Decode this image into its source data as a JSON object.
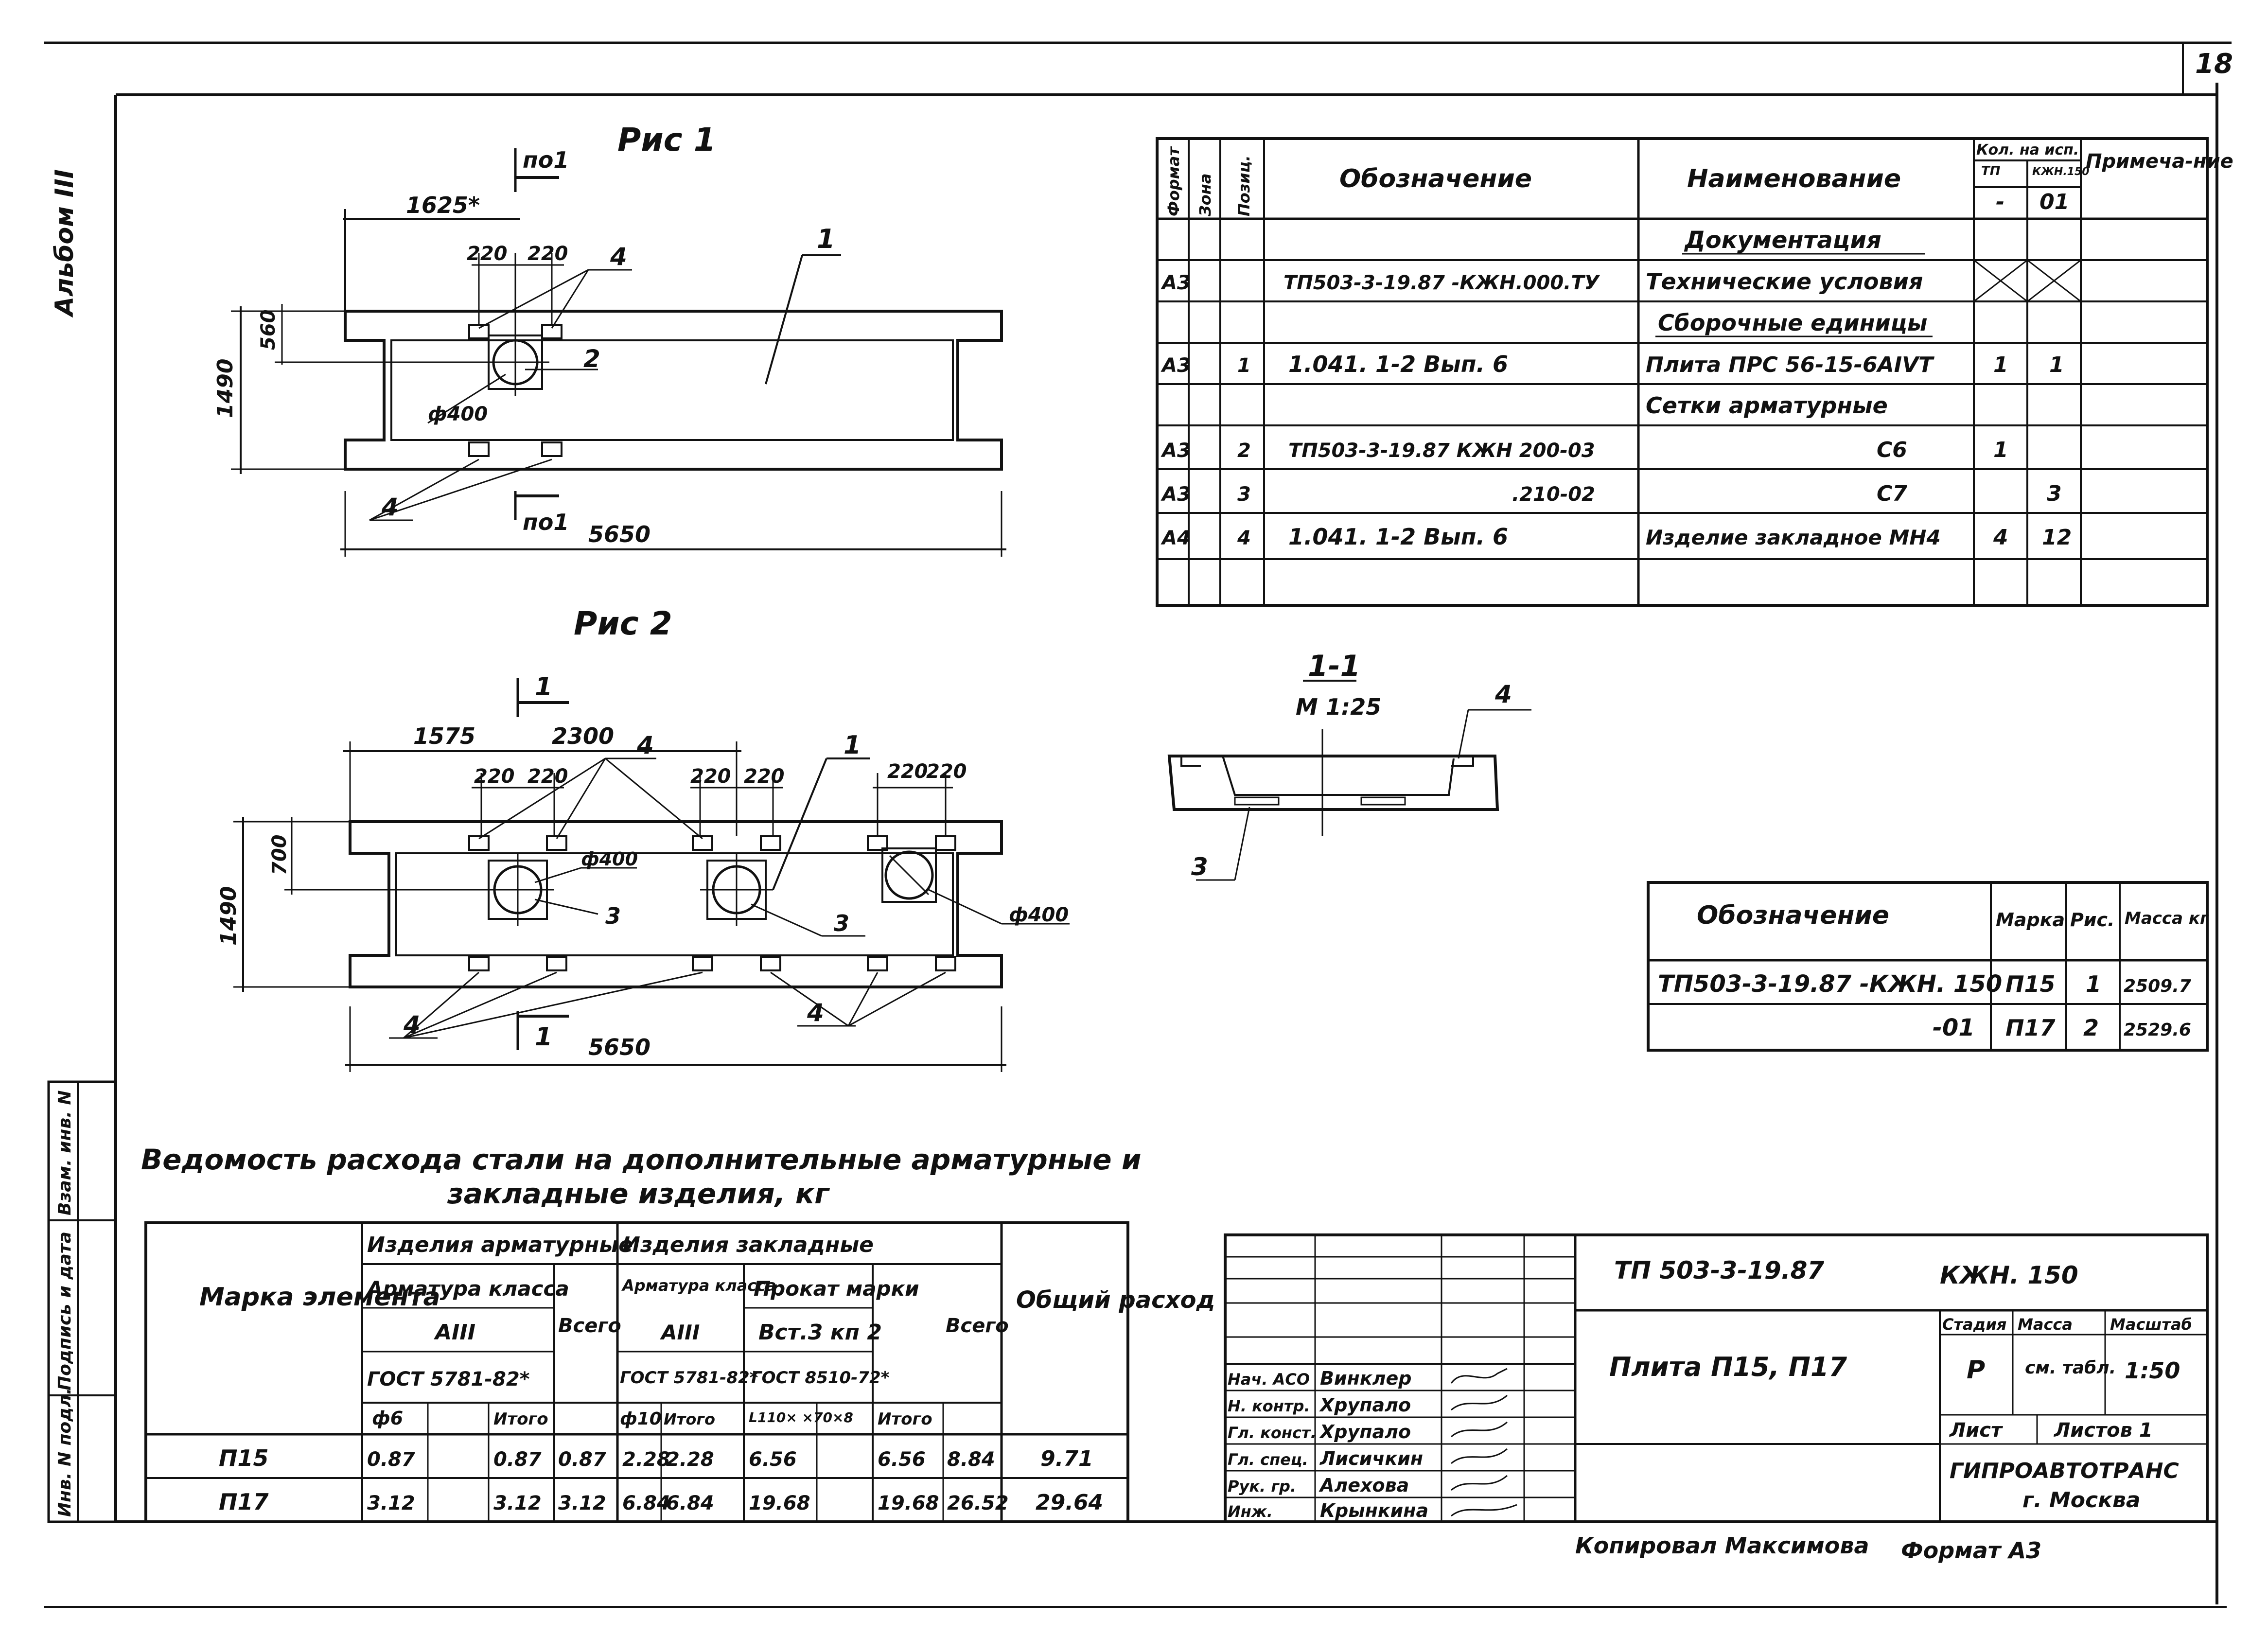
{
  "sheet": {
    "page_number": "18",
    "album": "Альбом III",
    "copied_by": "Копировал Максимова",
    "format": "Формат А3"
  },
  "fig1": {
    "title": "Рис 1",
    "cut_top": "по1",
    "cut_bottom": "по1",
    "dim_top": "1625*",
    "dim_a": "220",
    "dim_b": "220",
    "dim_side": "560",
    "dim_height": "1490",
    "dim_length": "5650",
    "hole": "ф400",
    "pos1": "1",
    "pos2": "2",
    "pos4a": "4",
    "pos4b": "4"
  },
  "fig2": {
    "title": "Рис 2",
    "cut_top": "1",
    "cut_bottom": "1",
    "dim_left": "1575",
    "dim_span": "2300",
    "dims_220": [
      "220",
      "220",
      "220",
      "220",
      "220",
      "220"
    ],
    "dim_side": "700",
    "dim_height": "1490",
    "dim_length": "5650",
    "hole_a": "ф400",
    "hole_b": "ф400",
    "pos1": "1",
    "pos3a": "3",
    "pos3b": "3",
    "pos4_top": "4",
    "pos4_bl": "4",
    "pos4_br": "4"
  },
  "section": {
    "title": "1-1",
    "scale": "М 1:25",
    "pos3": "3",
    "pos4": "4"
  },
  "spec": {
    "headers": {
      "format": "Формат",
      "zone": "Зона",
      "pos": "Позиц.",
      "designation": "Обозначение",
      "name": "Наименование",
      "qty": "Кол. на исп.",
      "qty_tp": "ТП",
      "qty_kzhn": "КЖН.150",
      "qty_v1": "-",
      "qty_v2": "01",
      "note": "Примеча-ние"
    },
    "rows": [
      {
        "format": "",
        "pos": "",
        "designation": "",
        "name": "Документация",
        "q1": "",
        "q2": "",
        "section": true
      },
      {
        "format": "А3",
        "pos": "",
        "designation": "ТП503-3-19.87 -КЖН.000.ТУ",
        "name": "Технические условия",
        "q1": "",
        "q2": "",
        "crossed": true
      },
      {
        "format": "",
        "pos": "",
        "designation": "",
        "name": "Сборочные единицы",
        "q1": "",
        "q2": "",
        "section": true
      },
      {
        "format": "А3",
        "pos": "1",
        "designation": "1.041. 1-2 Вып. 6",
        "name": "Плита ПРС 56-15-6АIVТ",
        "q1": "1",
        "q2": "1"
      },
      {
        "format": "",
        "pos": "",
        "designation": "",
        "name": "Сетки арматурные",
        "q1": "",
        "q2": ""
      },
      {
        "format": "А3",
        "pos": "2",
        "designation": "ТП503-3-19.87 КЖН 200-03",
        "name": "С6",
        "q1": "1",
        "q2": ""
      },
      {
        "format": "А3",
        "pos": "3",
        "designation": ".210-02",
        "name": "С7",
        "q1": "",
        "q2": "3"
      },
      {
        "format": "А4",
        "pos": "4",
        "designation": "1.041. 1-2 Вып. 6",
        "name": "Изделие закладное МН4",
        "q1": "4",
        "q2": "12"
      },
      {
        "format": "",
        "pos": "",
        "designation": "",
        "name": "",
        "q1": "",
        "q2": ""
      }
    ]
  },
  "marks": {
    "headers": {
      "designation": "Обозначение",
      "mark": "Марка",
      "fig": "Рис.",
      "mass": "Масса кг"
    },
    "rows": [
      {
        "designation": "ТП503-3-19.87 -КЖН. 150",
        "mark": "П15",
        "fig": "1",
        "mass": "2509.7"
      },
      {
        "designation": "-01",
        "mark": "П17",
        "fig": "2",
        "mass": "2529.6"
      }
    ]
  },
  "steel": {
    "title_line1": "Ведомость расхода стали на дополнительные арматурные и",
    "title_line2": "закладные изделия, кг",
    "headers": {
      "mark_element": "Марка элемента",
      "rebar_products": "Изделия арматурные",
      "rebar_class": "Арматура класса",
      "a3": "АIII",
      "gost1": "ГОСТ 5781-82*",
      "total": "Всего",
      "embedded_products": "Изделия закладные",
      "emb_rebar_class": "Арматура класса",
      "emb_a3": "АIII",
      "gost2": "ГОСТ 5781-82*",
      "rolled": "Прокат марки",
      "grade": "Вст.3 кп 2",
      "gost3": "ГОСТ 8510-72*",
      "emb_total": "Всего",
      "overall": "Общий расход",
      "d6": "ф6",
      "itogo1": "Итого",
      "d10": "ф10",
      "itogo2": "Итого",
      "angle": "L110× ×70×8",
      "itogo3": "Итого"
    },
    "rows": [
      {
        "mark": "П15",
        "d6": "0.87",
        "itogo1": "0.87",
        "total1": "0.87",
        "d10": "2.28",
        "itogo2": "2.28",
        "angle": "6.56",
        "itogo3": "6.56",
        "total2": "8.84",
        "overall": "9.71"
      },
      {
        "mark": "П17",
        "d6": "3.12",
        "itogo1": "3.12",
        "total1": "3.12",
        "d10": "6.84",
        "itogo2": "6.84",
        "angle": "19.68",
        "itogo3": "19.68",
        "total2": "26.52",
        "overall": "29.64"
      }
    ]
  },
  "stamp": {
    "code": "ТП 503-3-19.87",
    "doc": "КЖН. 150",
    "title": "Плита П15, П17",
    "stage_h": "Стадия",
    "mass_h": "Масса",
    "scale_h": "Масштаб",
    "stage": "Р",
    "mass": "см. табл.",
    "scale": "1:50",
    "sheet": "Лист",
    "sheets": "Листов 1",
    "org1": "ГИПРОАВТОТРАНС",
    "org2": "г. Москва",
    "people": [
      {
        "role": "Нач. АСО",
        "name": "Винклер"
      },
      {
        "role": "Н. контр.",
        "name": "Хрупало"
      },
      {
        "role": "Гл. конст.",
        "name": "Хрупало"
      },
      {
        "role": "Гл. спец.",
        "name": "Лисичкин"
      },
      {
        "role": "Рук. гр.",
        "name": "Алехова"
      },
      {
        "role": "Инж.",
        "name": "Крынкина"
      }
    ]
  },
  "side_stamp": {
    "inv": "Инв. N подл.",
    "sign": "Подпись и дата",
    "replace": "Взам. инв. N"
  }
}
